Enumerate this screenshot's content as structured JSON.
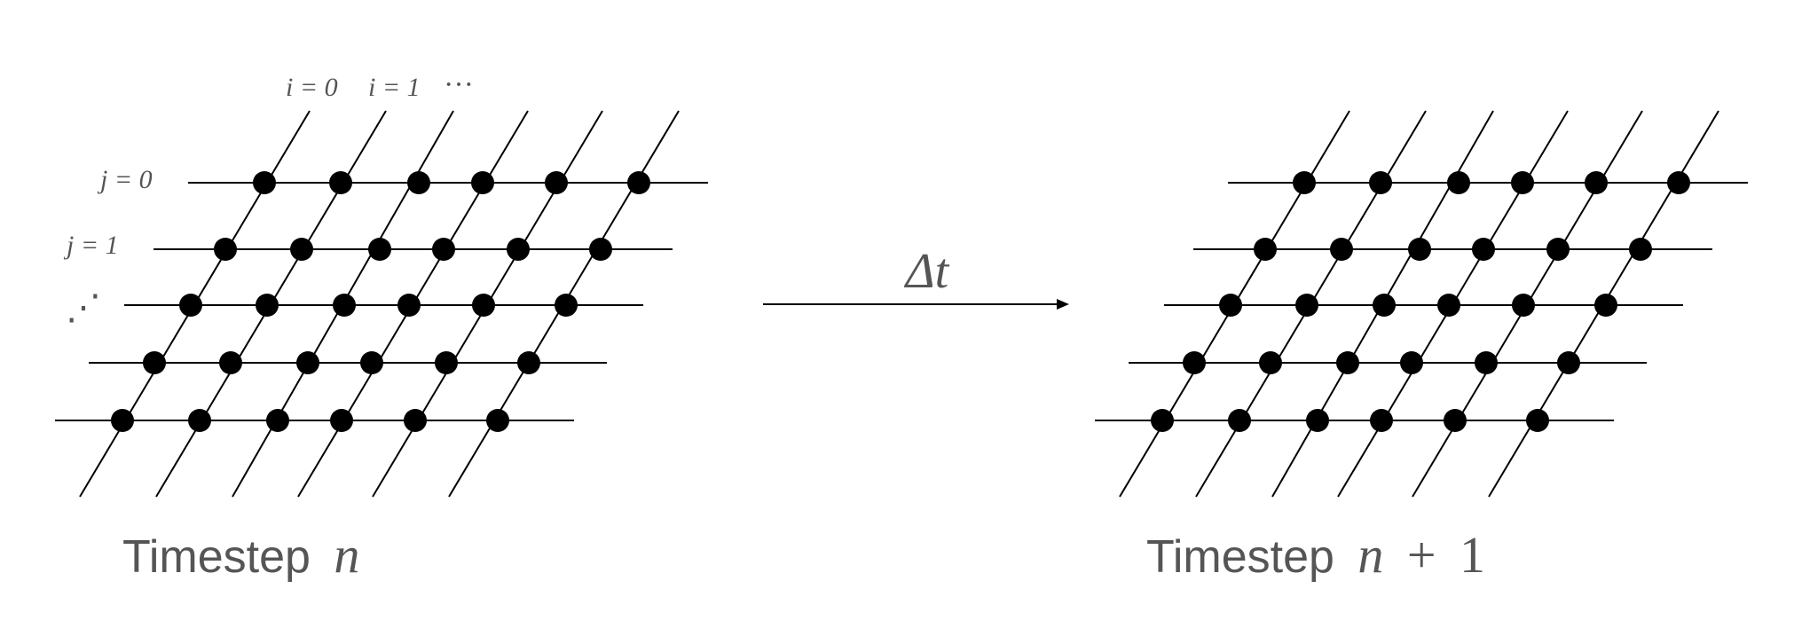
{
  "labels": {
    "i_index_0": "i = 0",
    "i_index_1": "i = 1",
    "i_ellipsis": "···",
    "j_index_0": "j = 0",
    "j_index_1": "j = 1",
    "j_ellipsis": "⋰"
  },
  "arrow": {
    "label": "Δt"
  },
  "captions": {
    "left_prefix": "Timestep",
    "left_var": "n",
    "right_prefix": "Timestep",
    "right_var": "n",
    "right_op": "+",
    "right_num": "1"
  },
  "colors": {
    "stroke": "#000000",
    "label_text": "#555555",
    "node_fill": "#000000"
  }
}
